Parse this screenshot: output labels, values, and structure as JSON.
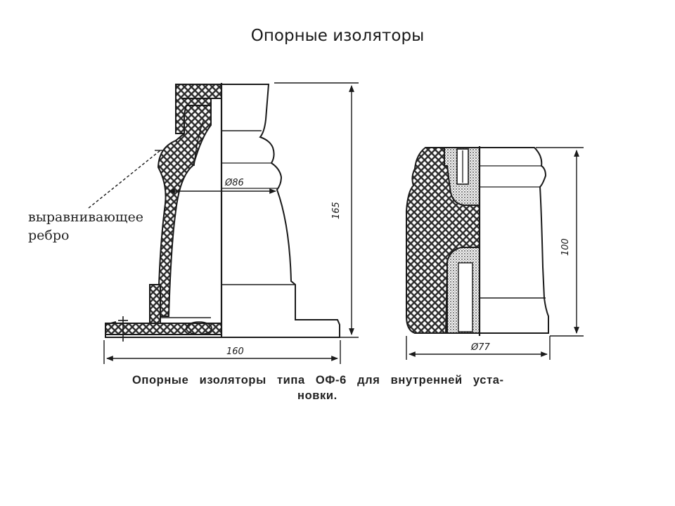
{
  "slide": {
    "title": "Опорные изоляторы"
  },
  "callout": {
    "line1": "выравнивающее",
    "line2": "ребро"
  },
  "dimensions": {
    "left_diameter": "Ø86",
    "left_height": "165",
    "left_base_width": "160",
    "right_height": "100",
    "right_diameter": "Ø77"
  },
  "caption": {
    "line1": "Опорные изоляторы типа ОФ-6 для внутренней уста-",
    "line2": "новки."
  },
  "colors": {
    "ink": "#1a1a1a",
    "hatch": "#333333",
    "background": "#ffffff"
  }
}
